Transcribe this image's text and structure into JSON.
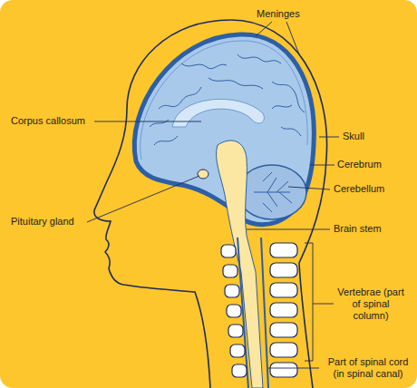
{
  "diagram": {
    "labels": [
      "Meninges",
      "Corpus callosum",
      "Skull",
      "Cerebrum",
      "Cerebellum",
      "Pituitary gland",
      "Brain stem",
      "Vertebrae (part of spinal column)",
      "Part of spinal cord (in spinal canal)"
    ]
  }
}
